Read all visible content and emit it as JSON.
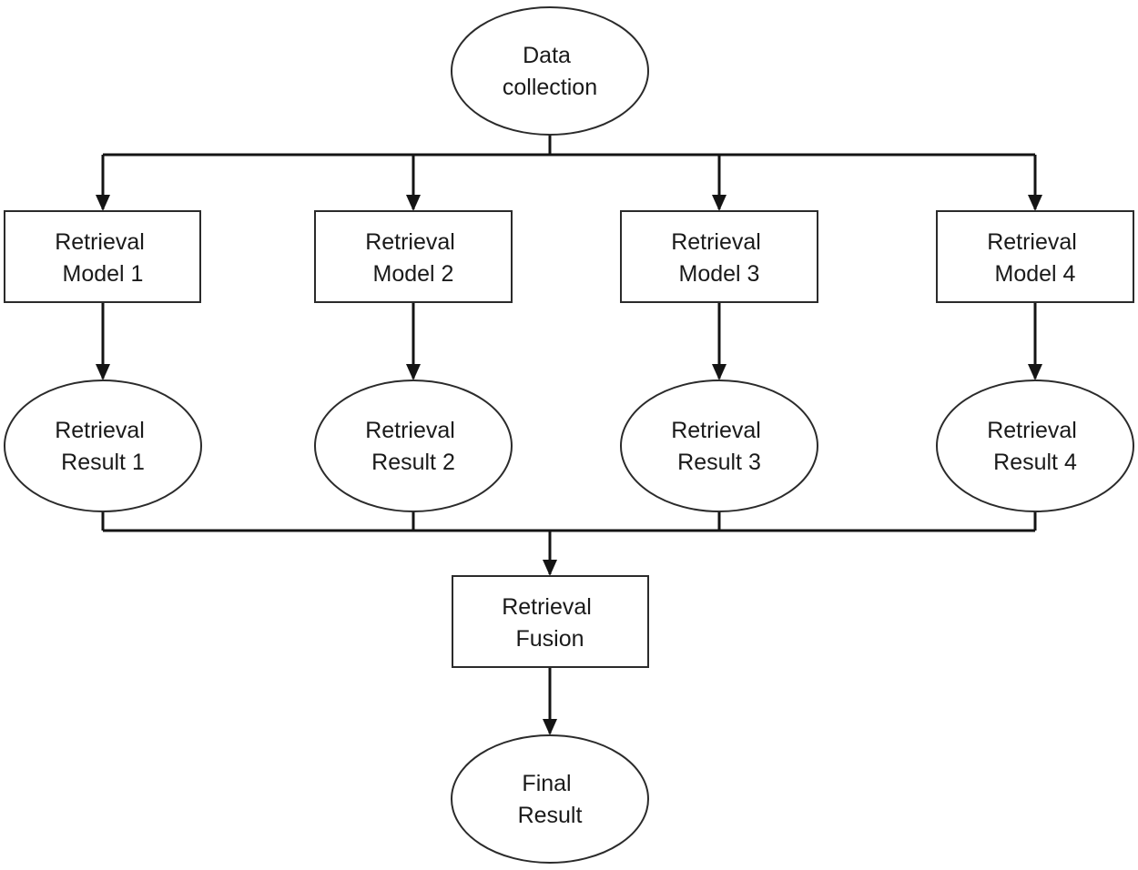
{
  "diagram": {
    "type": "flowchart",
    "background_color": "#ffffff",
    "stroke_color": "#141414",
    "shape_border_color": "#2b2b2b",
    "text_color": "#1a1a1a",
    "nodes": {
      "data_collection": {
        "shape": "ellipse",
        "line1": "Data",
        "line2": "collection"
      },
      "model1": {
        "shape": "rect",
        "line1": "Retrieval",
        "line2": "Model 1"
      },
      "model2": {
        "shape": "rect",
        "line1": "Retrieval",
        "line2": "Model 2"
      },
      "model3": {
        "shape": "rect",
        "line1": "Retrieval",
        "line2": "Model 3"
      },
      "model4": {
        "shape": "rect",
        "line1": "Retrieval",
        "line2": "Model 4"
      },
      "result1": {
        "shape": "ellipse",
        "line1": "Retrieval",
        "line2": "Result 1"
      },
      "result2": {
        "shape": "ellipse",
        "line1": "Retrieval",
        "line2": "Result 2"
      },
      "result3": {
        "shape": "ellipse",
        "line1": "Retrieval",
        "line2": "Result 3"
      },
      "result4": {
        "shape": "ellipse",
        "line1": "Retrieval",
        "line2": "Result 4"
      },
      "fusion": {
        "shape": "rect",
        "line1": "Retrieval",
        "line2": "Fusion"
      },
      "final_result": {
        "shape": "ellipse",
        "line1": "Final",
        "line2": "Result"
      }
    },
    "edges": [
      {
        "from": "data_collection",
        "to": "model1",
        "arrow": true
      },
      {
        "from": "data_collection",
        "to": "model2",
        "arrow": true
      },
      {
        "from": "data_collection",
        "to": "model3",
        "arrow": true
      },
      {
        "from": "data_collection",
        "to": "model4",
        "arrow": true
      },
      {
        "from": "model1",
        "to": "result1",
        "arrow": true
      },
      {
        "from": "model2",
        "to": "result2",
        "arrow": true
      },
      {
        "from": "model3",
        "to": "result3",
        "arrow": true
      },
      {
        "from": "model4",
        "to": "result4",
        "arrow": true
      },
      {
        "from": "result1",
        "to": "fusion",
        "arrow": true
      },
      {
        "from": "result2",
        "to": "fusion",
        "arrow": true
      },
      {
        "from": "result3",
        "to": "fusion",
        "arrow": true
      },
      {
        "from": "result4",
        "to": "fusion",
        "arrow": true
      },
      {
        "from": "fusion",
        "to": "final_result",
        "arrow": true
      }
    ]
  }
}
